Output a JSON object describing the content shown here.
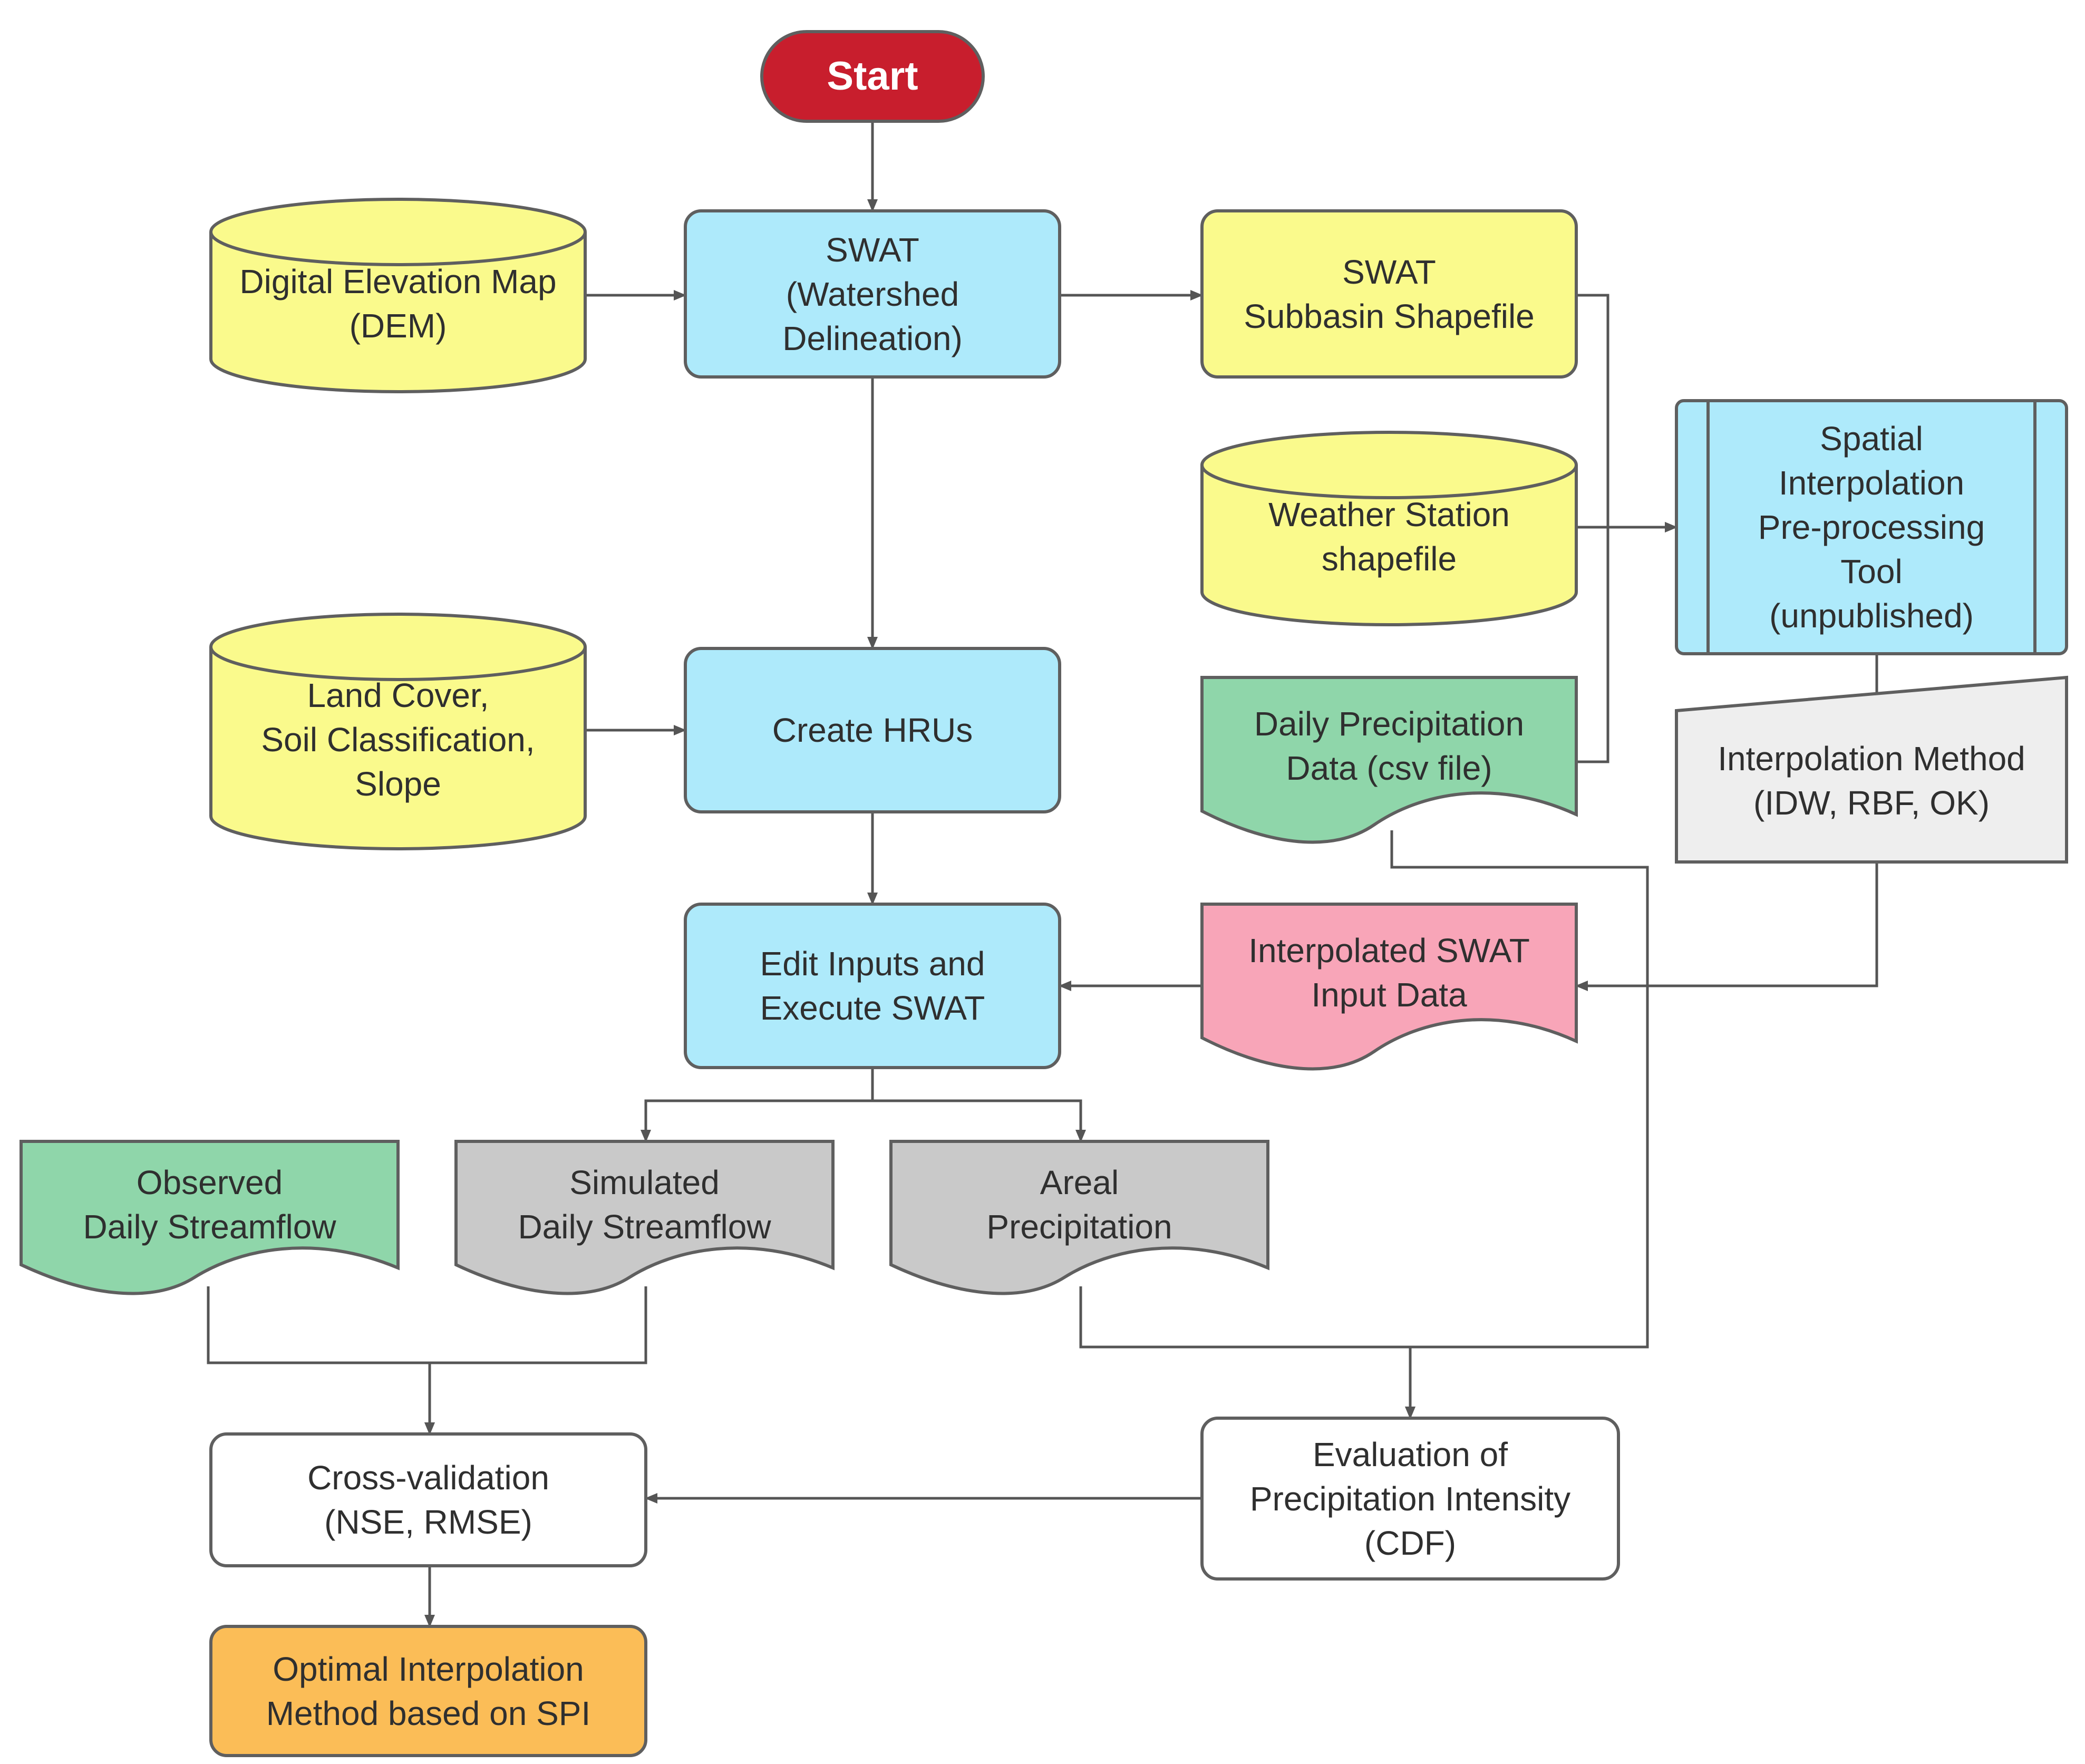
{
  "colors": {
    "start": "#c81e2d",
    "process": "#aeeafb",
    "datastore": "#fafa8c",
    "green_doc": "#8fd6aa",
    "pink_doc": "#f8a5b8",
    "gray_doc": "#c9c9c9",
    "light_gray": "#eeeeee",
    "white": "#ffffff",
    "orange": "#fbbd57",
    "edge": "#555555"
  },
  "nodes": [
    {
      "id": "start",
      "shape": "terminal",
      "fill": "start",
      "lines": [
        "Start"
      ]
    },
    {
      "id": "swat-watershed",
      "shape": "process",
      "fill": "process",
      "lines": [
        "SWAT",
        "(Watershed",
        "Delineation)"
      ]
    },
    {
      "id": "dem",
      "shape": "cylinder",
      "fill": "datastore",
      "lines": [
        "Digital Elevation Map",
        "(DEM)"
      ]
    },
    {
      "id": "subbasin-shapefile",
      "shape": "process",
      "fill": "datastore",
      "lines": [
        "SWAT",
        "Subbasin Shapefile"
      ]
    },
    {
      "id": "weather-station",
      "shape": "cylinder",
      "fill": "datastore",
      "lines": [
        "Weather Station",
        "shapefile"
      ]
    },
    {
      "id": "spatial-tool",
      "shape": "predefined",
      "fill": "process",
      "lines": [
        "Spatial",
        "Interpolation",
        "Pre-processing",
        "Tool",
        "(unpublished)"
      ]
    },
    {
      "id": "land-cover",
      "shape": "cylinder",
      "fill": "datastore",
      "lines": [
        "Land Cover,",
        "Soil Classification,",
        "Slope"
      ]
    },
    {
      "id": "create-hrus",
      "shape": "process",
      "fill": "process",
      "lines": [
        "Create HRUs"
      ]
    },
    {
      "id": "daily-precip",
      "shape": "document",
      "fill": "green_doc",
      "lines": [
        "Daily Precipitation",
        "Data (csv file)"
      ]
    },
    {
      "id": "interp-method",
      "shape": "manual-input",
      "fill": "light_gray",
      "lines": [
        "Interpolation Method",
        "(IDW, RBF, OK)"
      ]
    },
    {
      "id": "edit-inputs",
      "shape": "process",
      "fill": "process",
      "lines": [
        "Edit Inputs and",
        "Execute SWAT"
      ]
    },
    {
      "id": "interpolated-input",
      "shape": "document",
      "fill": "pink_doc",
      "lines": [
        "Interpolated SWAT",
        "Input Data"
      ]
    },
    {
      "id": "observed-streamflow",
      "shape": "document",
      "fill": "green_doc",
      "lines": [
        "Observed",
        "Daily Streamflow"
      ]
    },
    {
      "id": "simulated-streamflow",
      "shape": "document",
      "fill": "gray_doc",
      "lines": [
        "Simulated",
        "Daily Streamflow"
      ]
    },
    {
      "id": "areal-precip",
      "shape": "document",
      "fill": "gray_doc",
      "lines": [
        "Areal",
        "Precipitation"
      ]
    },
    {
      "id": "cross-validation",
      "shape": "process",
      "fill": "white",
      "lines": [
        "Cross-validation",
        "(NSE, RMSE)"
      ]
    },
    {
      "id": "evaluation-cdf",
      "shape": "process",
      "fill": "white",
      "lines": [
        "Evaluation of",
        "Precipitation Intensity",
        "(CDF)"
      ]
    },
    {
      "id": "optimal-method",
      "shape": "process",
      "fill": "orange",
      "lines": [
        "Optimal Interpolation",
        "Method based on SPI"
      ]
    }
  ],
  "edges": [
    {
      "from": "start",
      "to": "swat-watershed",
      "arrow": true
    },
    {
      "from": "dem",
      "to": "swat-watershed",
      "arrow": true
    },
    {
      "from": "swat-watershed",
      "to": "subbasin-shapefile",
      "arrow": true
    },
    {
      "from": "swat-watershed",
      "to": "create-hrus",
      "arrow": true
    },
    {
      "from": "land-cover",
      "to": "create-hrus",
      "arrow": true
    },
    {
      "from": "create-hrus",
      "to": "edit-inputs",
      "arrow": true
    },
    {
      "from": "subbasin-shapefile",
      "to": "spatial-tool",
      "arrow": true
    },
    {
      "from": "weather-station",
      "to": "spatial-tool",
      "arrow": true
    },
    {
      "from": "daily-precip",
      "to": "spatial-tool",
      "arrow": true
    },
    {
      "from": "spatial-tool",
      "to": "interp-method",
      "arrow": true
    },
    {
      "from": "interp-method",
      "to": "interpolated-input",
      "arrow": true
    },
    {
      "from": "interpolated-input",
      "to": "edit-inputs",
      "arrow": true
    },
    {
      "from": "edit-inputs",
      "to": "simulated-streamflow",
      "arrow": true
    },
    {
      "from": "edit-inputs",
      "to": "areal-precip",
      "arrow": true
    },
    {
      "from": "observed-streamflow",
      "to": "cross-validation",
      "arrow": true
    },
    {
      "from": "simulated-streamflow",
      "to": "cross-validation",
      "arrow": true
    },
    {
      "from": "areal-precip",
      "to": "evaluation-cdf",
      "arrow": true
    },
    {
      "from": "daily-precip",
      "to": "evaluation-cdf",
      "arrow": true
    },
    {
      "from": "evaluation-cdf",
      "to": "cross-validation",
      "arrow": true
    },
    {
      "from": "cross-validation",
      "to": "optimal-method",
      "arrow": true
    }
  ]
}
